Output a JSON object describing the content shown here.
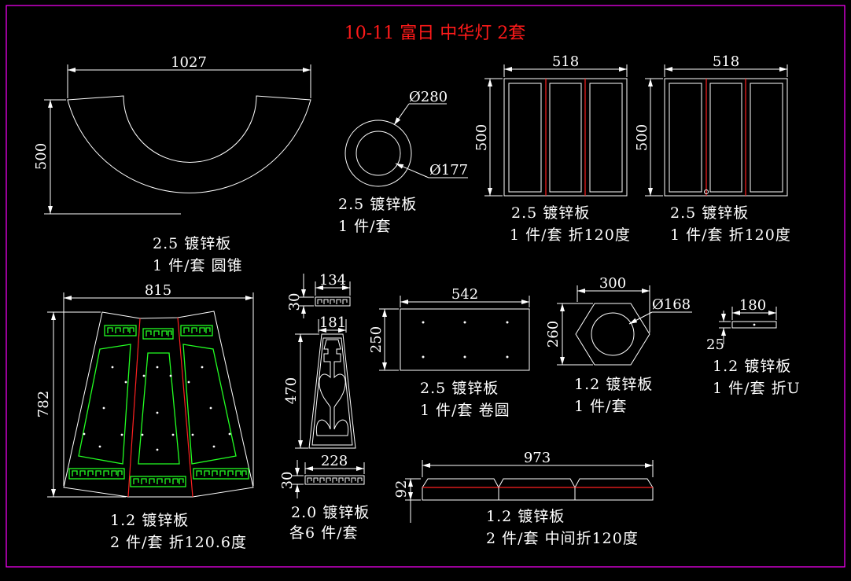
{
  "title": "10-11  富日  中华灯  2套",
  "colors": {
    "background": "#000000",
    "frame": "#ff00ff",
    "lines": "#ffffff",
    "title": "#ff1a1a",
    "fold_lines": "#ff2020",
    "pattern": "#22ff22"
  },
  "parts": {
    "cone": {
      "width": "1027",
      "height": "500",
      "material": "2.5  镀锌板",
      "qty": "1  件/套  圆锥"
    },
    "ring": {
      "outer_dia": "Ø280",
      "inner_dia": "Ø177",
      "material": "2.5  镀锌板",
      "qty": "1  件/套"
    },
    "panel_a": {
      "width": "518",
      "height": "500",
      "material": "2.5  镀锌板",
      "qty": "1  件/套  折120度"
    },
    "panel_b": {
      "width": "518",
      "height": "500",
      "material": "2.5  镀锌板",
      "qty": "1  件/套  折120度"
    },
    "fan_panel": {
      "width": "815",
      "height": "782",
      "material": "1.2  镀锌板",
      "qty": "2  件/套  折120.6度"
    },
    "pillar": {
      "top_width": "134",
      "top_height": "30",
      "mid_width": "181",
      "height": "470",
      "bottom_width": "228",
      "bottom_height": "30",
      "material": "2.0  镀锌板",
      "qty": "各6  件/套"
    },
    "roll_plate": {
      "width": "542",
      "height": "250",
      "material": "2.5  镀锌板",
      "qty": "1  件/套  卷圆"
    },
    "hexagon": {
      "width": "300",
      "height": "260",
      "hole_dia": "Ø168",
      "material": "1.2  镀锌板",
      "qty": "1  件/套"
    },
    "u_strip": {
      "width": "180",
      "height": "25",
      "material": "1.2  镀锌板",
      "qty": "1  件/套  折U"
    },
    "long_strip": {
      "width": "973",
      "height": "92",
      "material": "1.2  镀锌板",
      "qty": "2  件/套  中间折120度"
    }
  }
}
